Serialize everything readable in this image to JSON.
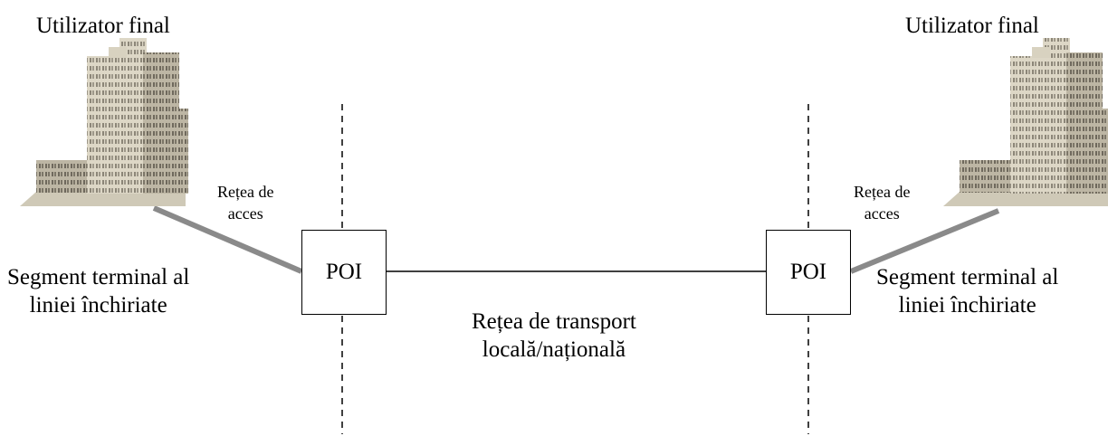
{
  "left_site": {
    "title": "Utilizator final",
    "access_label_line1": "Rețea de",
    "access_label_line2": "acces",
    "segment_line1": "Segment terminal al",
    "segment_line2": "liniei închiriate",
    "building_icon": "office-building-icon"
  },
  "right_site": {
    "title": "Utilizator final",
    "access_label_line1": "Rețea de",
    "access_label_line2": "acces",
    "segment_line1": "Segment terminal al",
    "segment_line2": "liniei închiriate",
    "building_icon": "office-building-icon"
  },
  "left_poi": {
    "label": "POI"
  },
  "right_poi": {
    "label": "POI"
  },
  "transport": {
    "line1": "Rețea de transport",
    "line2": "locală/națională"
  },
  "colors": {
    "access_line": "#8a8a8a",
    "building_stone": "#d8d2c0",
    "building_shadow": "#9a9384"
  }
}
